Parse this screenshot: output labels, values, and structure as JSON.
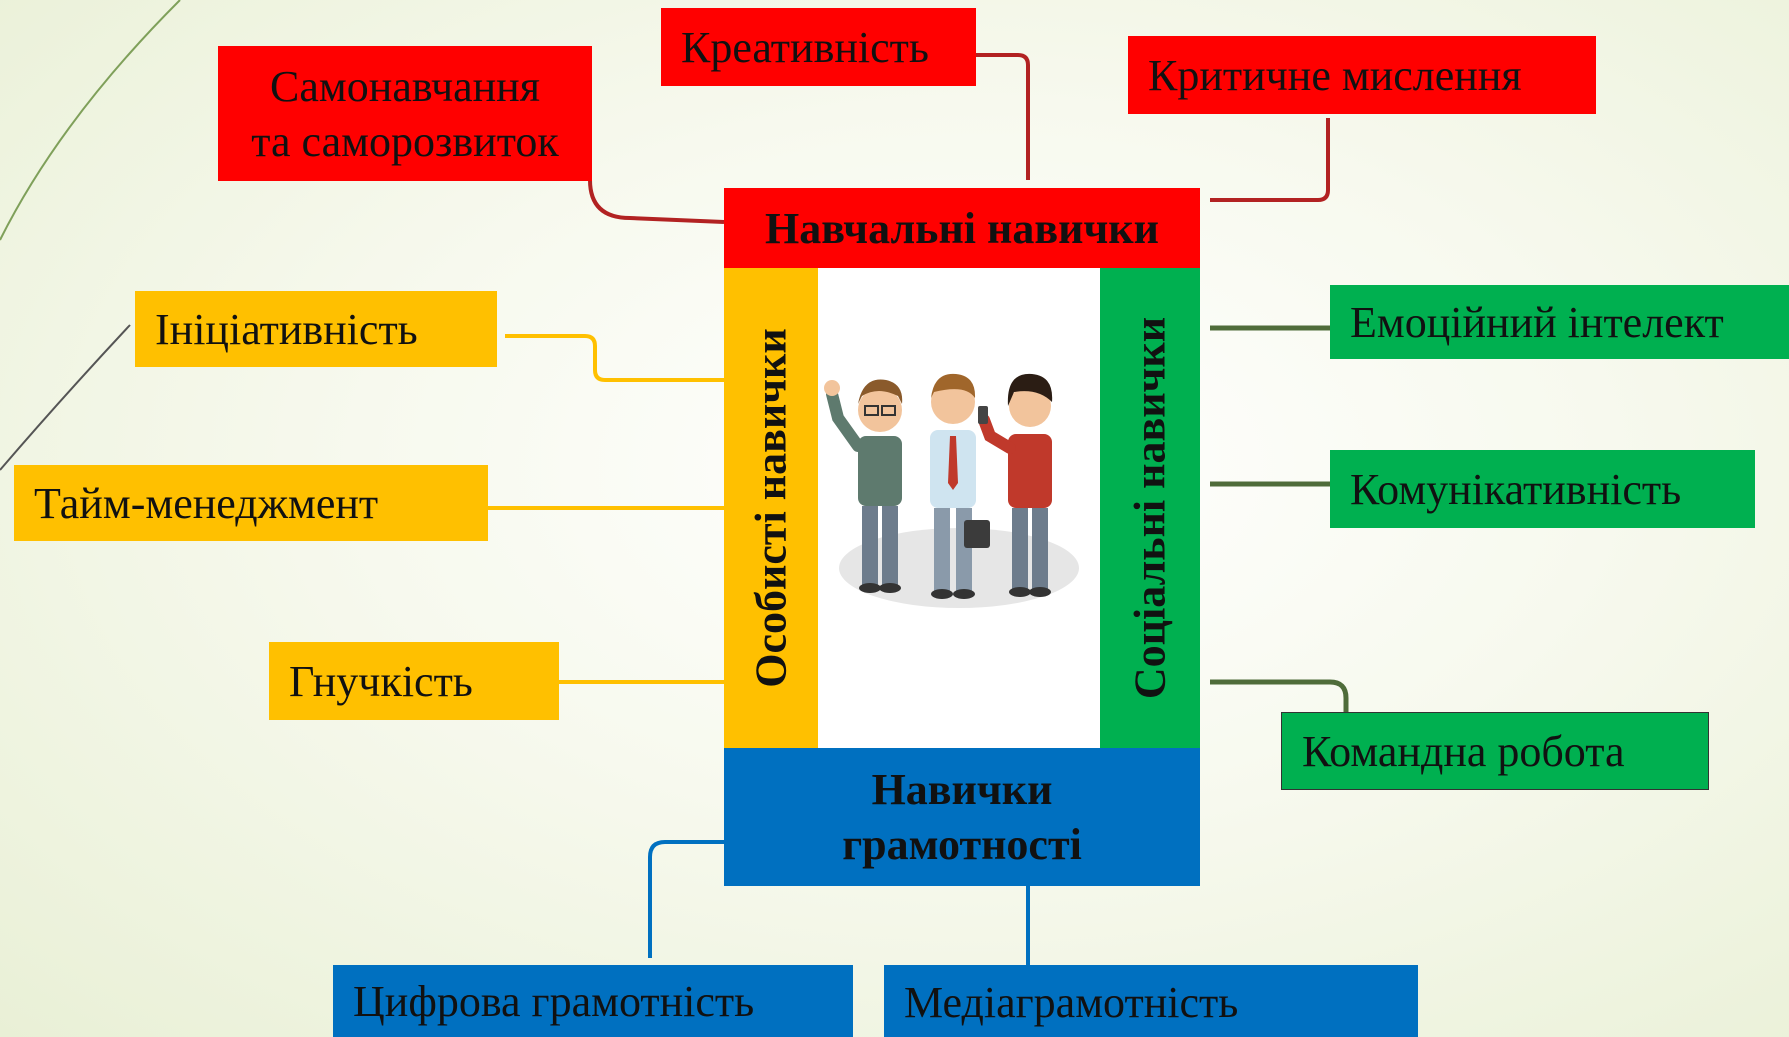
{
  "hub": {
    "top": "Навчальні навички",
    "left": "Особисті навички",
    "right": "Соціальні навички",
    "bottom_line1": "Навички",
    "bottom_line2": "грамотності"
  },
  "learning": {
    "self_line1": "Самонавчання",
    "self_line2": "та саморозвиток",
    "creativity": "Креативність",
    "critical": "Критичне мислення"
  },
  "personal": {
    "initiative": "Ініціативність",
    "time": "Тайм-менеджмент",
    "flex": "Гнучкість"
  },
  "social": {
    "emotional": "Емоційний інтелект",
    "communication": "Комунікативність",
    "teamwork": "Командна робота"
  },
  "literacy": {
    "digital": "Цифрова грамотність",
    "media": "Медіаграмотність"
  },
  "colors": {
    "learning": "#ff0000",
    "personal": "#ffc000",
    "social": "#00b050",
    "literacy": "#0070c0",
    "background": "#f4f7e8"
  },
  "illustration": "three-businessmen-illustration"
}
